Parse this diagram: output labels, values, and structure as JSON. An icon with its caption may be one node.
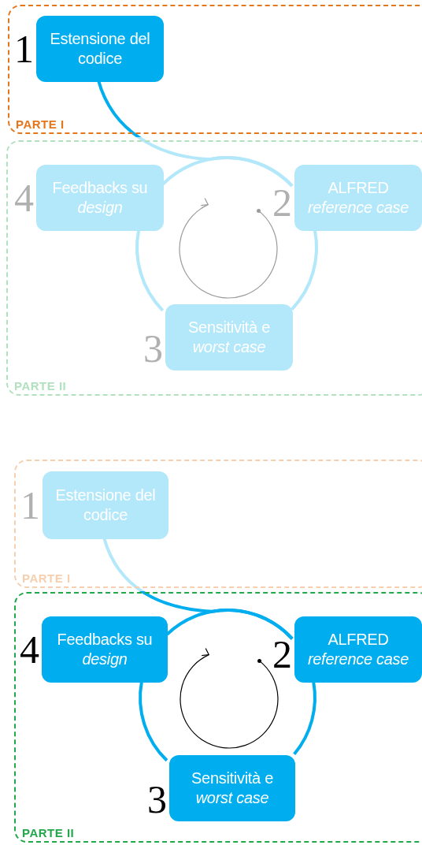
{
  "diagram": {
    "nodes": [
      {
        "text": [
          "PARTE I"
        ]
      },
      {
        "text": [
          "Estensione del codice"
        ],
        "in": 0,
        "beside": [
          "1"
        ]
      },
      {
        "text": [
          "PARTE II"
        ]
      },
      {
        "text": [
          "Feedbacks su *design*"
        ],
        "in": 2,
        "beside": [
          "4"
        ]
      },
      {
        "text": [
          "ALFRED *reference case*"
        ],
        "in": 2,
        "beside": [
          "2"
        ]
      },
      {
        "text": [
          "Sensitività e *worst case*"
        ],
        "in": 2,
        "beside": [
          "3"
        ]
      },
      {
        "text": [
          "PARTE I"
        ]
      },
      {
        "text": [
          "Estensione del codice"
        ],
        "in": 6,
        "beside": [
          "1"
        ]
      },
      {
        "text": [
          "PARTE II"
        ]
      },
      {
        "text": [
          "Feedbacks su *design*"
        ],
        "in": 8,
        "beside": [
          "4"
        ]
      },
      {
        "text": [
          "ALFRED *reference case*"
        ],
        "in": 8,
        "beside": [
          "2"
        ]
      },
      {
        "text": [
          "Sensitività e *worst case*"
        ],
        "in": 8,
        "beside": [
          "3"
        ]
      }
    ],
    "edges": [
      {
        "from": 1,
        "to": 4,
        "arrow": "none"
      },
      {
        "from": 3,
        "to": 4,
        "arrow": "none"
      },
      {
        "from": 4,
        "to": 5,
        "arrow": "none"
      },
      {
        "from": 5,
        "to": 3,
        "arrow": "none"
      },
      {
        "from": 7,
        "to": 10,
        "arrow": "none"
      },
      {
        "from": 9,
        "to": 10,
        "arrow": "none"
      },
      {
        "from": 10,
        "to": 11,
        "arrow": "none"
      },
      {
        "from": 11,
        "to": 9,
        "arrow": "none"
      }
    ]
  }
}
